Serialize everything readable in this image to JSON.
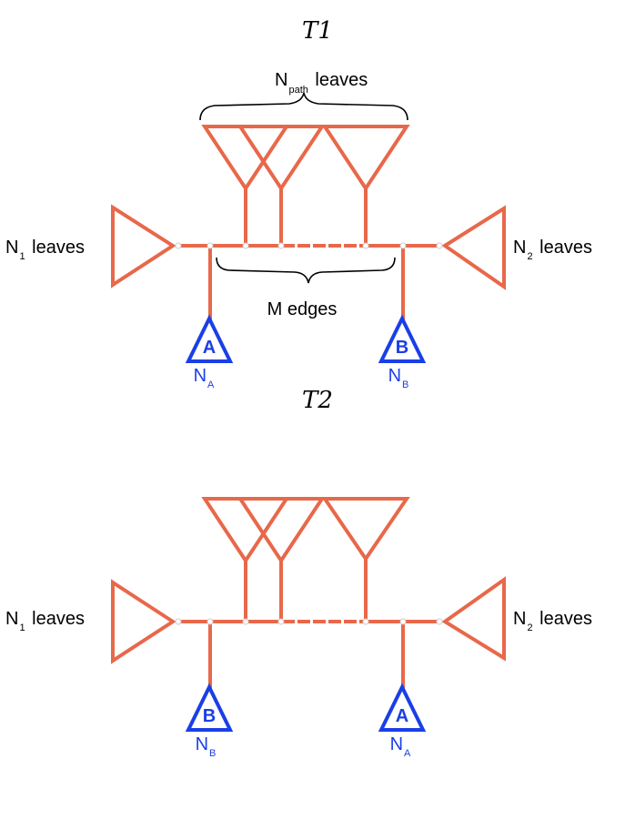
{
  "tree1": {
    "title": "T1",
    "npath_label": {
      "main": "N",
      "sub": "path",
      "tail": " leaves"
    },
    "n1_label": {
      "main": "N",
      "sub": "1",
      "tail": " leaves"
    },
    "n2_label": {
      "main": "N",
      "sub": "2",
      "tail": " leaves"
    },
    "m_edges_label": "M edges",
    "subtree_left": {
      "letter": "A",
      "main": "N",
      "sub": "A"
    },
    "subtree_right": {
      "letter": "B",
      "main": "N",
      "sub": "B"
    }
  },
  "tree2": {
    "title": "T2",
    "n1_label": {
      "main": "N",
      "sub": "1",
      "tail": " leaves"
    },
    "n2_label": {
      "main": "N",
      "sub": "2",
      "tail": " leaves"
    },
    "subtree_left": {
      "letter": "B",
      "main": "N",
      "sub": "B"
    },
    "subtree_right": {
      "letter": "A",
      "main": "N",
      "sub": "A"
    }
  },
  "colors": {
    "tree_edges": "#e8684a",
    "subtrees": "#1a3fe6"
  }
}
